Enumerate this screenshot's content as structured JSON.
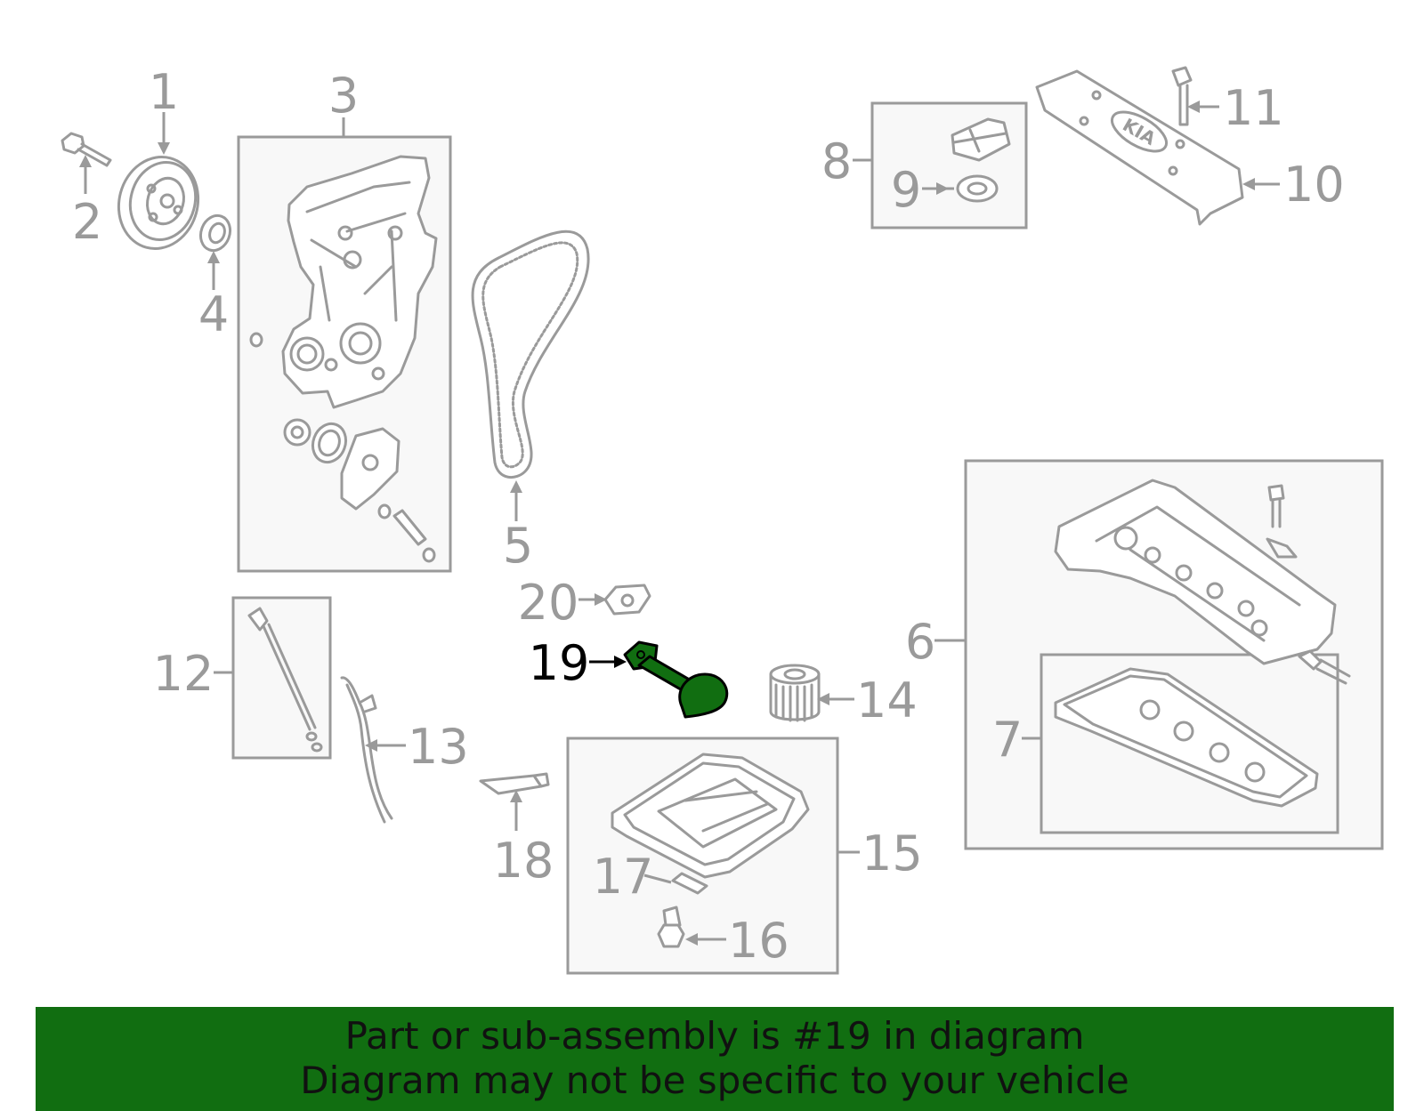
{
  "callouts": {
    "c1": "1",
    "c2": "2",
    "c3": "3",
    "c4": "4",
    "c5": "5",
    "c6": "6",
    "c7": "7",
    "c8": "8",
    "c9": "9",
    "c10": "10",
    "c11": "11",
    "c12": "12",
    "c13": "13",
    "c14": "14",
    "c15": "15",
    "c16": "16",
    "c17": "17",
    "c18": "18",
    "c19": "19",
    "c20": "20"
  },
  "highlight": {
    "part_number": "19",
    "color": "#116e11"
  },
  "logo_text": "KIA",
  "banner": {
    "line1": "Part or sub-assembly is #19 in diagram",
    "line2": "Diagram may not be specific to your vehicle",
    "color": "#116e11"
  },
  "colors": {
    "line": "#9a9a9a",
    "highlight_part": "#116e11",
    "highlight_label": "#000000"
  }
}
